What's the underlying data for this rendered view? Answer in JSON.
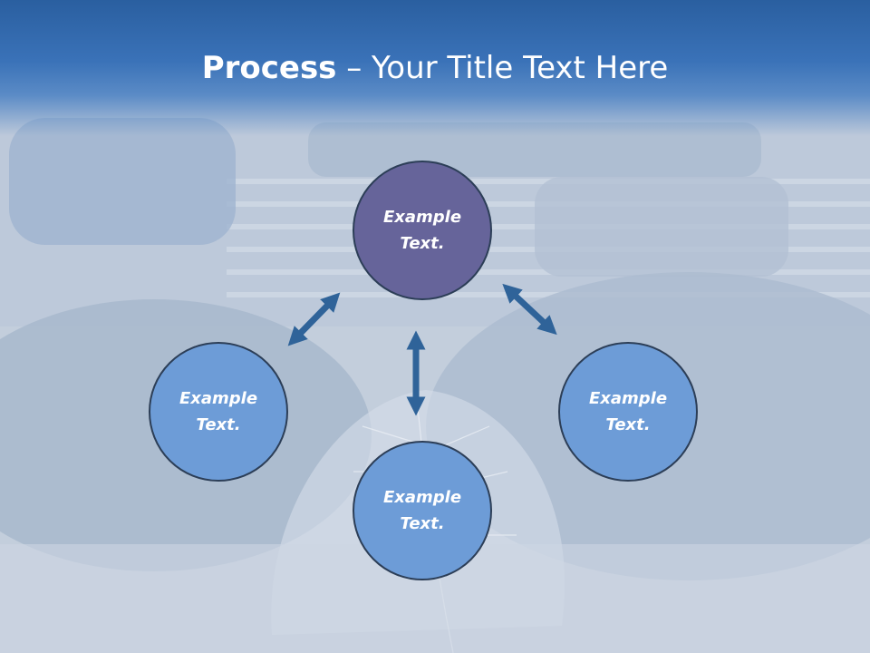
{
  "title": {
    "bold": "Process",
    "rest": " – Your Title Text Here"
  },
  "nodes": {
    "top": {
      "line1": "Example",
      "line2": "Text."
    },
    "left": {
      "line1": "Example",
      "line2": "Text."
    },
    "bottom": {
      "line1": "Example",
      "line2": "Text."
    },
    "right": {
      "line1": "Example",
      "line2": "Text."
    }
  },
  "colors": {
    "title_band": "#3a72b8",
    "center_node": "#66649a",
    "outer_node": "#6d9cd7",
    "arrow": "#2f6399"
  },
  "icons": [
    "double-arrow-icon"
  ]
}
